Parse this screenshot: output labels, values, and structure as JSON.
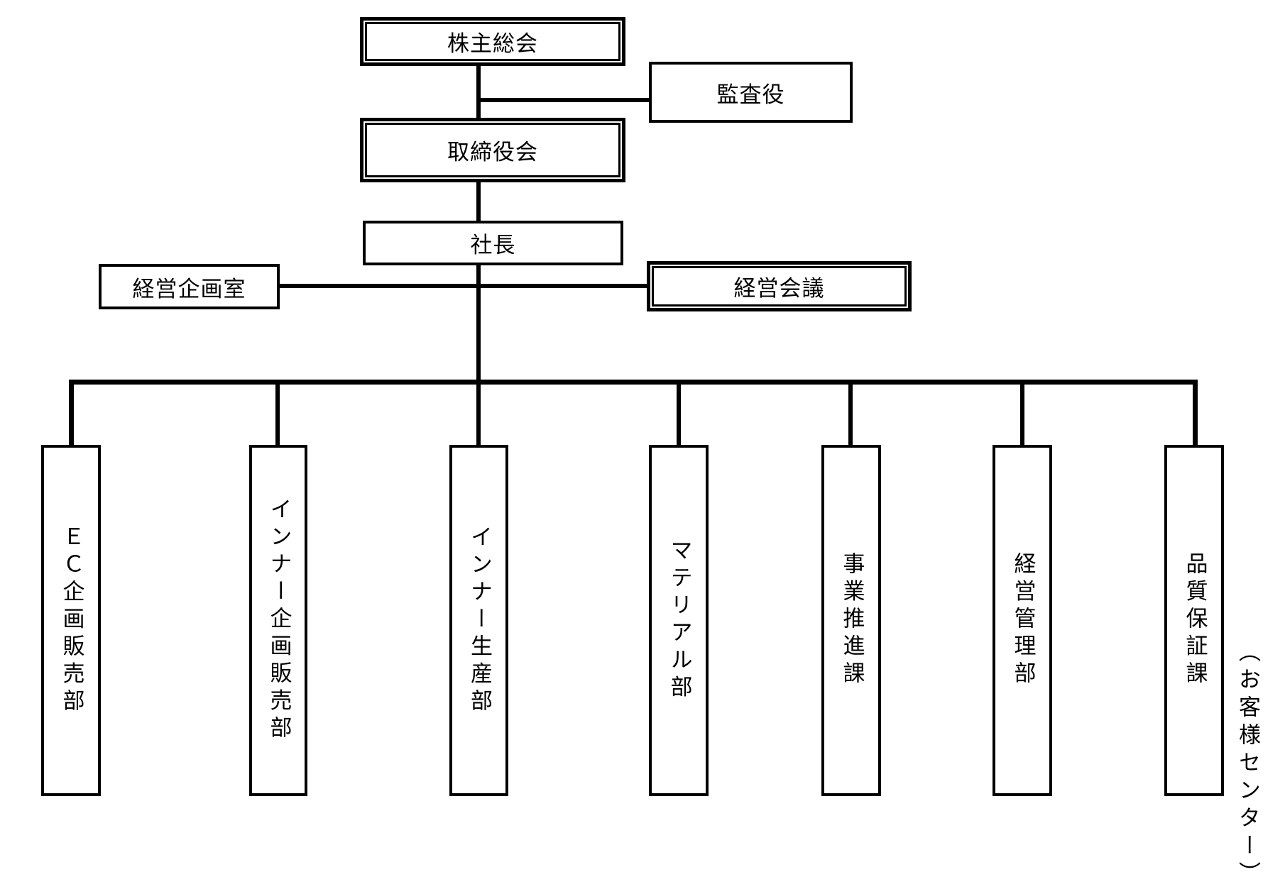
{
  "chart": {
    "title": "組織図",
    "top": {
      "shareholders_meeting": "株主総会",
      "auditor": "監査役",
      "board_of_directors": "取締役会",
      "president": "社長",
      "corporate_planning_office": "経営企画室",
      "management_meeting": "経営会議"
    },
    "departments": [
      {
        "label": "ＥＣ企画販売部"
      },
      {
        "label": "インナー企画販売部"
      },
      {
        "label": "インナー生産部"
      },
      {
        "label": "マテリアル部"
      },
      {
        "label": "事業推進課"
      },
      {
        "label": "経営管理部"
      },
      {
        "label": "品質保証課"
      }
    ],
    "department_note": "（お客様センター）"
  }
}
